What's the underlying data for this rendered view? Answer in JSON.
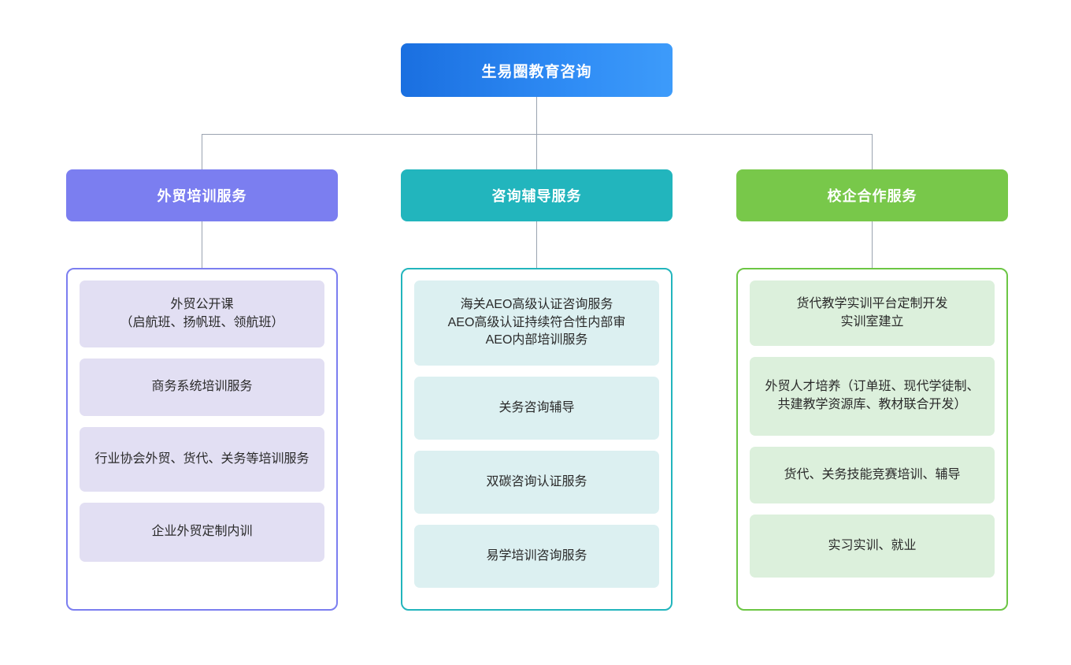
{
  "diagram": {
    "title": "生易圈教育咨询",
    "root": {
      "label": "生易圈教育咨询",
      "color_start": "#1a6fe0",
      "color_end": "#3d9bfa",
      "text_color": "#ffffff"
    },
    "connector_color": "#9aa3b0",
    "columns": [
      {
        "header": "外贸培训服务",
        "header_color": "#7b7ef0",
        "border_color": "#7b7ef0",
        "item_color": "#e2dff3",
        "items": [
          "外贸公开课\n（启航班、扬帆班、领航班）",
          "商务系统培训服务",
          "行业协会外贸、货代、关务等培训服务",
          "企业外贸定制内训"
        ]
      },
      {
        "header": "咨询辅导服务",
        "header_color": "#22b5bd",
        "border_color": "#22b5bd",
        "item_color": "#dcf0f1",
        "items": [
          "海关AEO高级认证咨询服务\nAEO高级认证持续符合性内部审\nAEO内部培训服务",
          "关务咨询辅导",
          "双碳咨询认证服务",
          "易学培训咨询服务"
        ]
      },
      {
        "header": "校企合作服务",
        "header_color": "#78c84a",
        "border_color": "#6cc644",
        "item_color": "#dcf0dc",
        "items": [
          "货代教学实训平台定制开发\n实训室建立",
          "外贸人才培养（订单班、现代学徒制、共建教学资源库、教材联合开发）",
          "货代、关务技能竞赛培训、辅导",
          "实习实训、就业"
        ]
      }
    ]
  }
}
